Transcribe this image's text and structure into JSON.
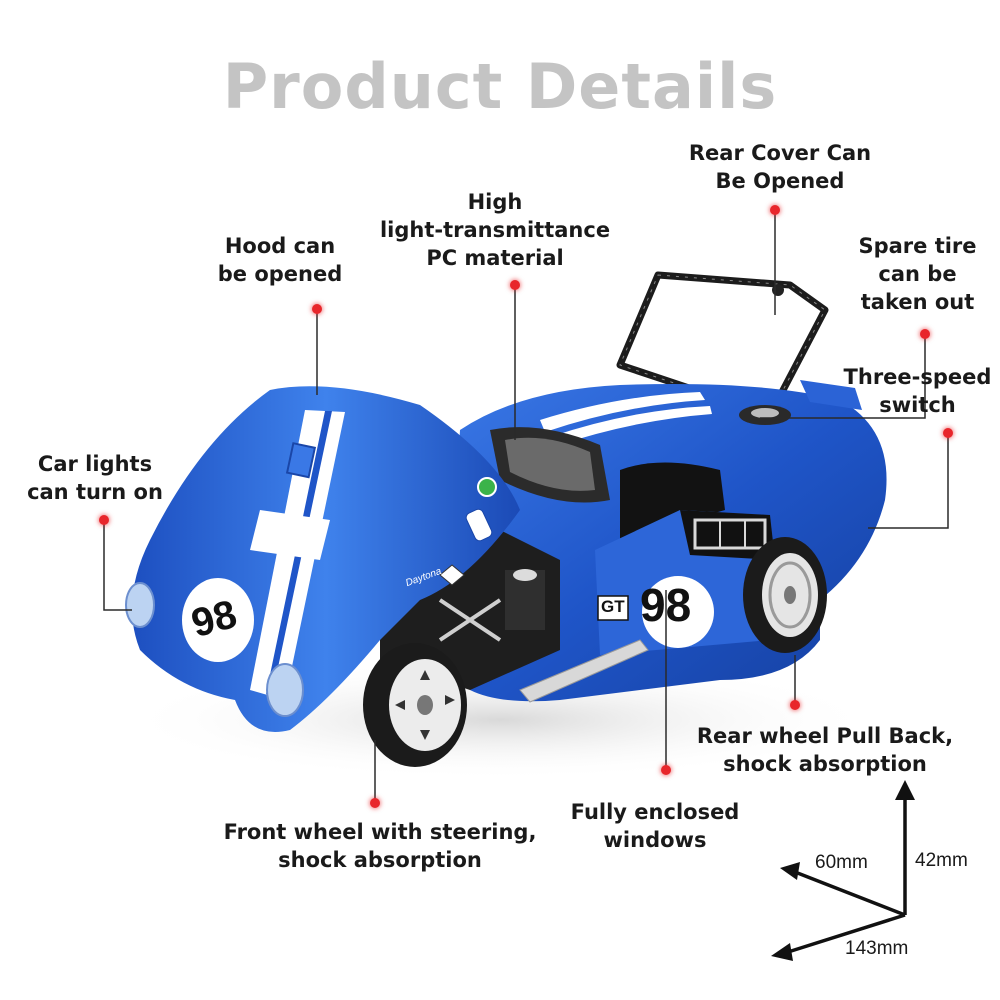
{
  "page": {
    "title": "Product Details"
  },
  "callouts": [
    {
      "id": "hood",
      "label": "Hood can\nbe opened"
    },
    {
      "id": "pc-material",
      "label": "High\nlight-transmittance\nPC material"
    },
    {
      "id": "rear-cover",
      "label": "Rear Cover Can\nBe Opened"
    },
    {
      "id": "spare-tire",
      "label": "Spare tire\ncan be\ntaken out"
    },
    {
      "id": "three-speed",
      "label": "Three-speed\nswitch"
    },
    {
      "id": "car-lights",
      "label": "Car lights\ncan turn on"
    },
    {
      "id": "rear-wheel",
      "label": "Rear wheel Pull Back,\nshock absorption"
    },
    {
      "id": "windows",
      "label": "Fully enclosed\nwindows"
    },
    {
      "id": "front-wheel",
      "label": "Front wheel with steering,\nshock absorption"
    }
  ],
  "car": {
    "number": "98",
    "badge": "GT",
    "script_logo": "Daytona",
    "body_color": "#1f55c8",
    "stripe_color": "#ffffff"
  },
  "dimensions": {
    "height": "42mm",
    "width": "60mm",
    "length": "143mm"
  },
  "colors": {
    "title": "#c4c4c4",
    "dot": "#e8262b",
    "text": "#1a1a1a"
  }
}
